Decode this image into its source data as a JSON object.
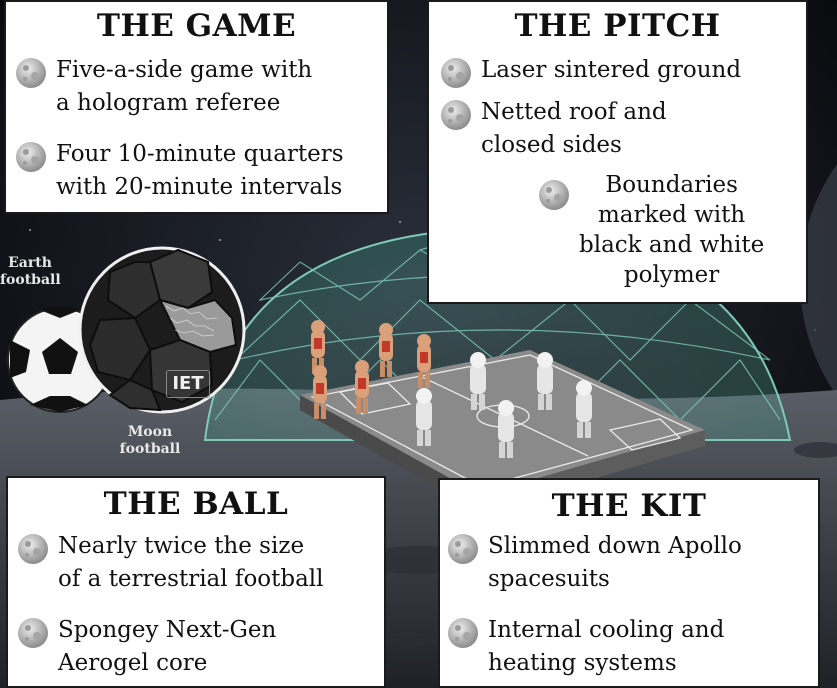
{
  "game": {
    "title": "THE GAME",
    "items": [
      {
        "text": "Five-a-side game with\na hologram referee",
        "icon": "moon-icon"
      },
      {
        "text": "Four 10-minute quarters\nwith 20-minute intervals",
        "icon": "moon-icon"
      }
    ]
  },
  "pitch": {
    "title": "THE PITCH",
    "items": [
      {
        "text": "Laser sintered ground",
        "icon": "moon-icon"
      },
      {
        "text": "Netted roof and\nclosed sides",
        "icon": "moon-icon"
      },
      {
        "text": "Boundaries\nmarked with\nblack and white\npolymer",
        "icon": "moon-icon"
      }
    ]
  },
  "ball": {
    "title": "THE BALL",
    "items": [
      {
        "text": "Nearly twice the size\nof a terrestrial football",
        "icon": "moon-icon"
      },
      {
        "text": "Spongey Next-Gen\nAerogel core",
        "icon": "moon-icon"
      }
    ]
  },
  "kit": {
    "title": "THE KIT",
    "items": [
      {
        "text": "Slimmed down Apollo\nspacesuits",
        "icon": "moon-icon"
      },
      {
        "text": "Internal cooling and\nheating systems",
        "icon": "moon-icon"
      }
    ]
  },
  "illustration": {
    "earth_label": "Earth\nfootball",
    "moon_label": "Moon\nfootball",
    "ball_logo": "IET"
  },
  "colors": {
    "panel_bg": "#ffffff",
    "text": "#111111",
    "space_bg": "#0b0d12",
    "dome": "#6fb8a8",
    "pitch": "#7a7a7a",
    "team_red": "#c0392b",
    "team_white": "#e6e6e6"
  }
}
